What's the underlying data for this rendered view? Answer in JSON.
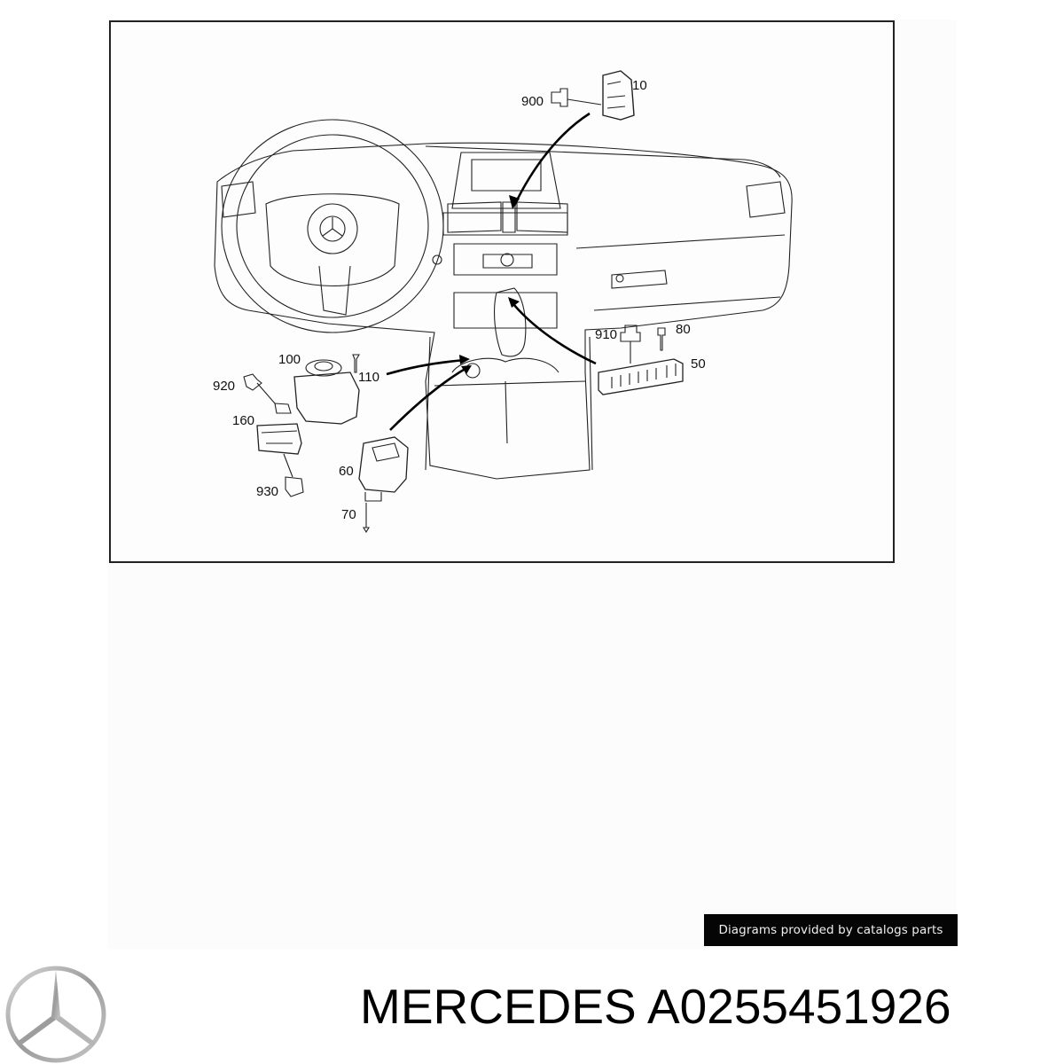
{
  "diagram": {
    "callouts": [
      {
        "id": "10",
        "label": "10"
      },
      {
        "id": "900",
        "label": "900"
      },
      {
        "id": "910",
        "label": "910"
      },
      {
        "id": "80",
        "label": "80"
      },
      {
        "id": "50",
        "label": "50"
      },
      {
        "id": "100",
        "label": "100"
      },
      {
        "id": "110",
        "label": "110"
      },
      {
        "id": "920",
        "label": "920"
      },
      {
        "id": "160",
        "label": "160"
      },
      {
        "id": "930",
        "label": "930"
      },
      {
        "id": "60",
        "label": "60"
      },
      {
        "id": "70",
        "label": "70"
      }
    ]
  },
  "credit": {
    "text": "Diagrams provided by catalogs parts"
  },
  "footer": {
    "brand_logo": "mercedes-star-icon",
    "title": "MERCEDES A0255451926"
  },
  "colors": {
    "line": "#111111",
    "frame": "#222222",
    "credit_bg": "#050505",
    "credit_text": "#f0f0f0",
    "logo_silver": "#a8a8a8"
  }
}
